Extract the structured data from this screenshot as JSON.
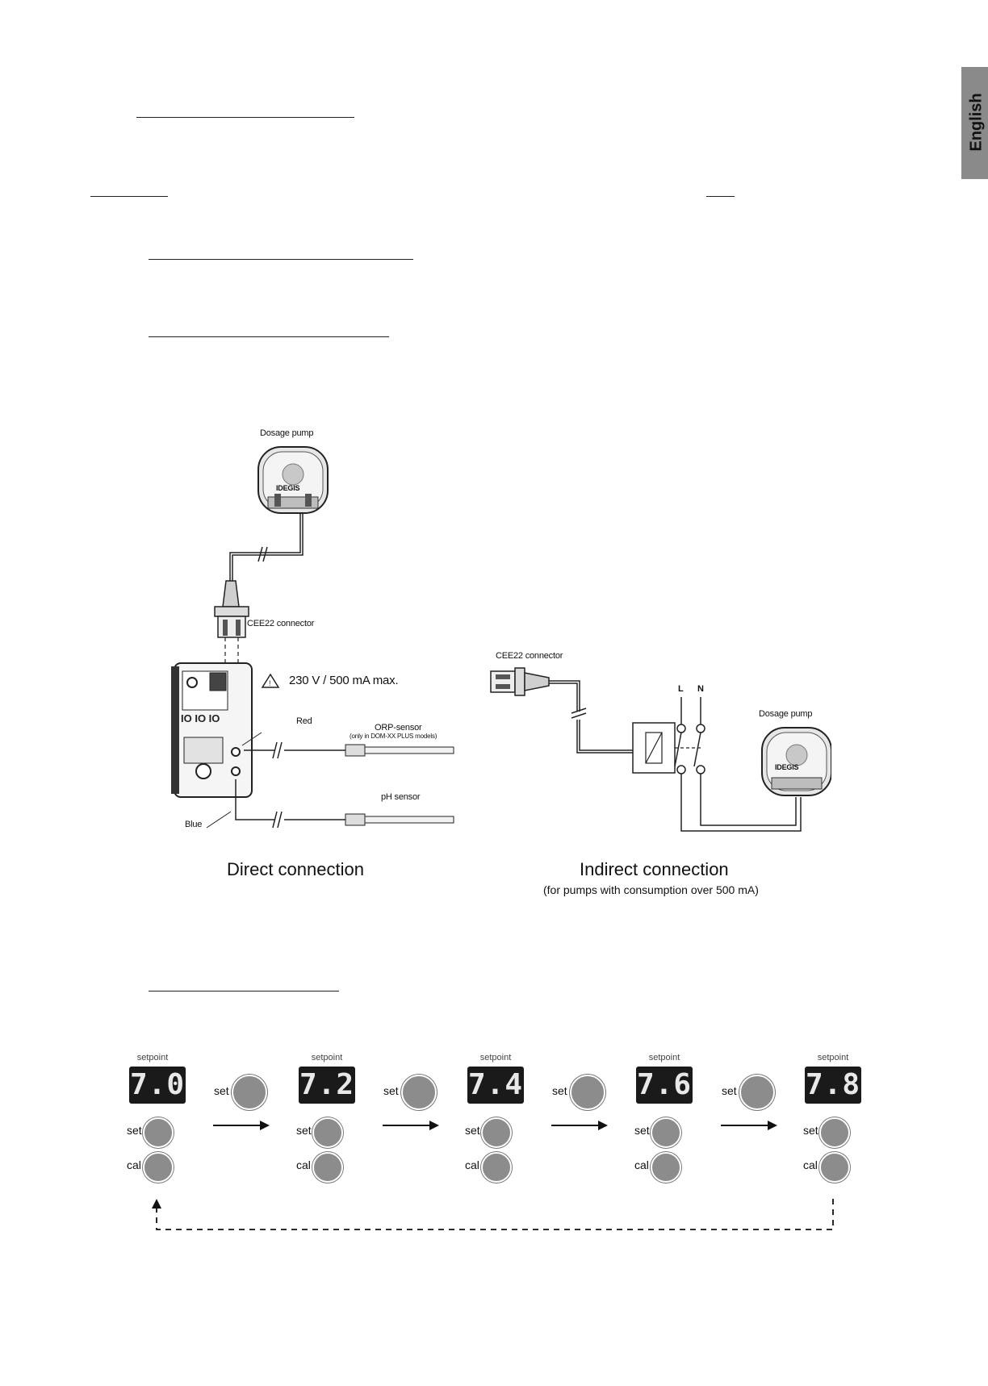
{
  "side_tab": {
    "label": "English"
  },
  "diagram": {
    "direct": {
      "dosage_pump": "Dosage pump",
      "brand": "IDEGIS",
      "cee22": "CEE22 connector",
      "warning": "230 V / 500 mA max.",
      "red": "Red",
      "orp_sensor": "ORP-sensor",
      "orp_note": "(only in DOM-XX PLUS models)",
      "ph_sensor": "pH sensor",
      "blue": "Blue",
      "caption": "Direct connection"
    },
    "indirect": {
      "cee22": "CEE22 connector",
      "l": "L",
      "n": "N",
      "dosage_pump": "Dosage pump",
      "brand": "IDEGIS",
      "caption": "Indirect connection",
      "subcaption": "(for pumps with consumption over 500 mA)"
    }
  },
  "setpoint_sequence": {
    "steps": [
      {
        "label": "setpoint",
        "value": "7.0"
      },
      {
        "label": "setpoint",
        "value": "7.2"
      },
      {
        "label": "setpoint",
        "value": "7.4"
      },
      {
        "label": "setpoint",
        "value": "7.6"
      },
      {
        "label": "setpoint",
        "value": "7.8"
      }
    ],
    "set_label": "set",
    "cal_label": "cal"
  }
}
